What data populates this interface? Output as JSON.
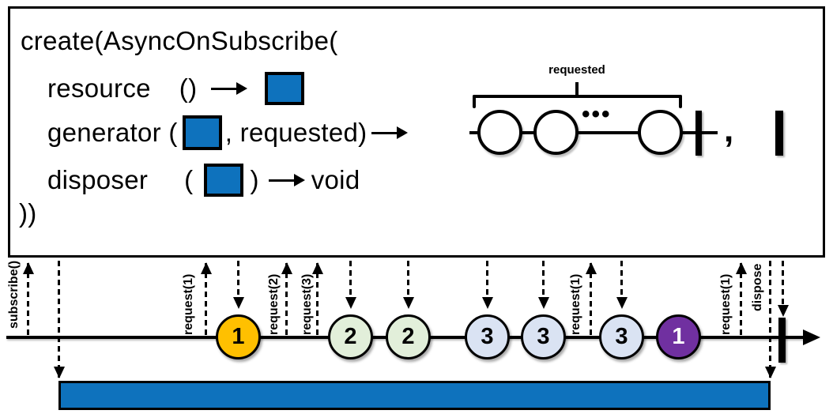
{
  "box": {
    "title": "create(AsyncOnSubscribe(",
    "resource": {
      "label": "resource",
      "args": "()"
    },
    "generator": {
      "label": "generator (",
      "args_after_square": ", requested)"
    },
    "disposer": {
      "label": "disposer",
      "open": "(",
      "close": ")",
      "result": "void"
    },
    "closing": "))",
    "generator_result": {
      "requested_label": "requested",
      "ellipsis": "•••",
      "comma": ",",
      "circle_count": 3
    }
  },
  "timeline": {
    "events": [
      {
        "label": "subscribe()",
        "direction": "up"
      },
      {
        "label": "request(1)",
        "direction": "up"
      },
      {
        "label": "request(2)",
        "direction": "up"
      },
      {
        "label": "request(3)",
        "direction": "up"
      },
      {
        "label": "request(1)",
        "direction": "up"
      },
      {
        "label": "request(1)",
        "direction": "up"
      },
      {
        "label": "dispose",
        "direction": "down"
      }
    ],
    "marbles": [
      {
        "value": "1",
        "color": "#FFC000",
        "text_color": "#000000"
      },
      {
        "value": "2",
        "color": "#E2EFDA",
        "text_color": "#000000"
      },
      {
        "value": "2",
        "color": "#E2EFDA",
        "text_color": "#000000"
      },
      {
        "value": "3",
        "color": "#DAE3F3",
        "text_color": "#000000"
      },
      {
        "value": "3",
        "color": "#DAE3F3",
        "text_color": "#000000"
      },
      {
        "value": "3",
        "color": "#DAE3F3",
        "text_color": "#000000"
      },
      {
        "value": "1",
        "color": "#7030A0",
        "text_color": "#FFFFFF"
      }
    ]
  },
  "colors": {
    "resource_blue": "#0E72BD",
    "outline_black": "#000000",
    "background": "#FFFFFF"
  }
}
